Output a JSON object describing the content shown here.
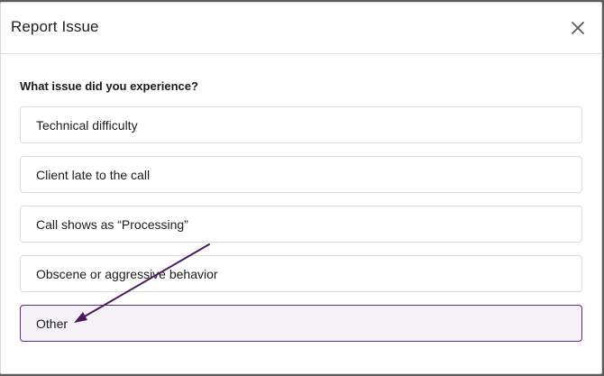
{
  "dialog": {
    "title": "Report Issue",
    "close_icon": "close-icon"
  },
  "question": "What issue did you experience?",
  "options": [
    {
      "label": "Technical difficulty",
      "selected": false
    },
    {
      "label": "Client late to the call",
      "selected": false
    },
    {
      "label": "Call shows as “Processing”",
      "selected": false
    },
    {
      "label": "Obscene or aggressive behavior",
      "selected": false
    },
    {
      "label": "Other",
      "selected": true
    }
  ],
  "annotation": {
    "icon": "arrow-pointer-icon",
    "color": "#4b1a5e"
  },
  "colors": {
    "selected_border": "#5a2f7e",
    "selected_background": "#f4f2f7"
  }
}
